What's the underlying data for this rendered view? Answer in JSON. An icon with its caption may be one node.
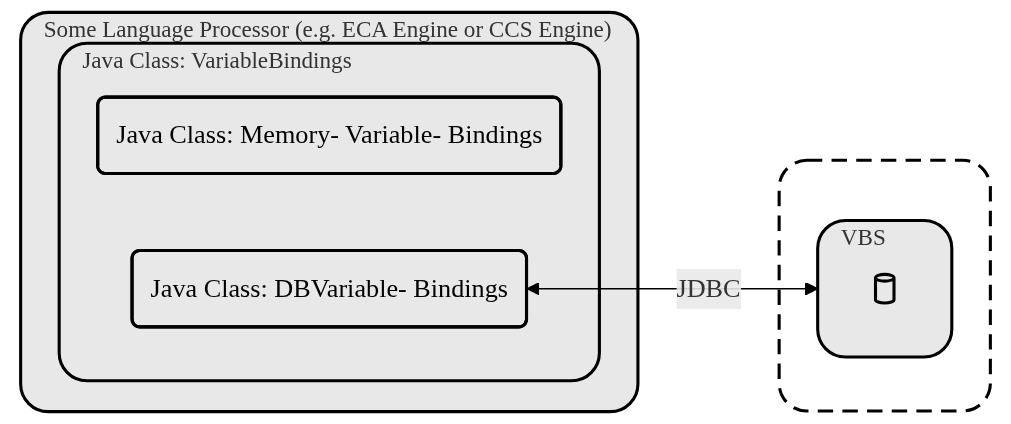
{
  "diagram": {
    "nodes": [
      {
        "text": [
          "Some Language Processor (e.g. ECA Engine or CCS Engine)"
        ]
      },
      {
        "text": [],
        "shape": "box"
      },
      {
        "text": [
          "Java Class: VariableBindings"
        ],
        "in": 0
      },
      {
        "text": [
          "Java Class: Memory- Variable- Bindings"
        ],
        "in": 2
      },
      {
        "text": [
          "Java Class: DBVariable- Bindings"
        ],
        "in": 2
      },
      {
        "text": [
          "VBS"
        ],
        "in": 1
      },
      {
        "text": [],
        "shape": "cylinder",
        "in": 5
      }
    ],
    "edges": [
      {
        "from": 4,
        "to": 5,
        "arrow": "both",
        "label": "JDBC"
      }
    ]
  }
}
